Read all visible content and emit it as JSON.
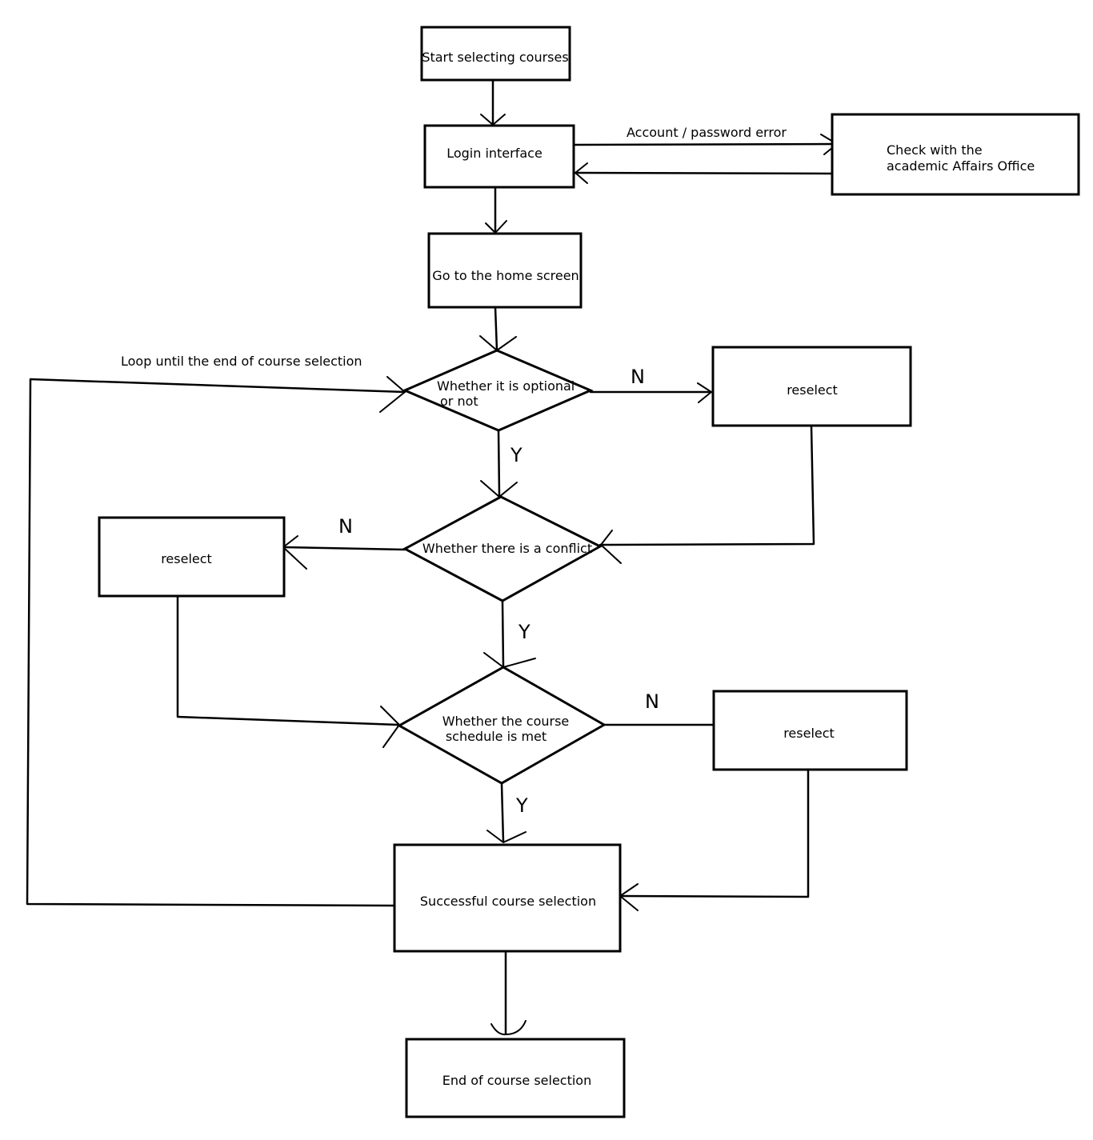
{
  "nodes": {
    "start": "Start selecting courses",
    "login": "Login interface",
    "check_line1": "Check with the",
    "check_line2": "academic Affairs Office",
    "home": "Go to the home screen",
    "optional_line1": "Whether it is optional",
    "optional_line2": "or not",
    "reselect_1": "reselect",
    "conflict": "Whether there is a conflict",
    "reselect_2": "reselect",
    "schedule_line1": "Whether the course",
    "schedule_line2": "schedule is met",
    "reselect_3": "reselect",
    "success": "Successful course selection",
    "end": "End of course selection"
  },
  "edge_labels": {
    "login_error": "Account / password error",
    "loop": "Loop until the end of course selection",
    "optional_no": "N",
    "optional_yes": "Y",
    "conflict_no": "N",
    "conflict_yes": "Y",
    "schedule_no": "N",
    "schedule_yes": "Y"
  }
}
